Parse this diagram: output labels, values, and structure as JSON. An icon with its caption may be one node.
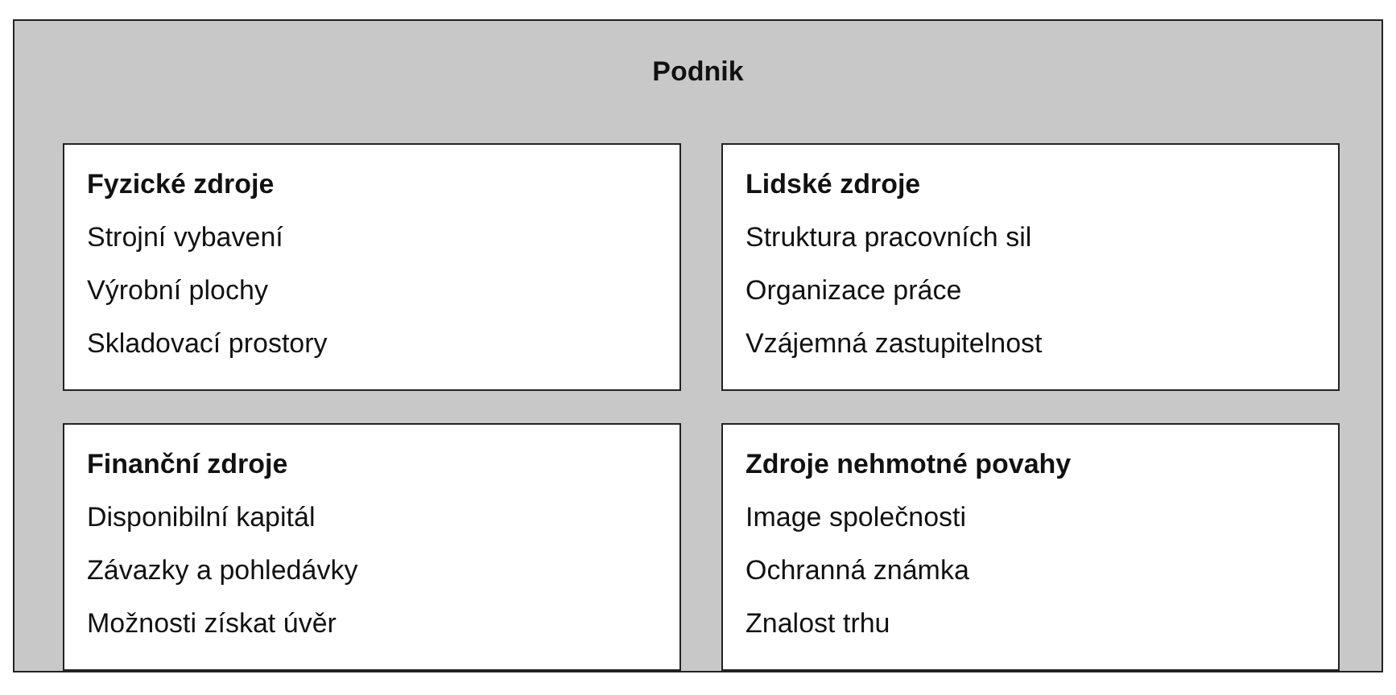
{
  "diagram": {
    "nodes": [
      {
        "text": [
          "Podnik"
        ]
      },
      {
        "text": [
          "Fyzické zdroje",
          "Strojní vybavení",
          "Výrobní plochy",
          "Skladovací prostory"
        ],
        "in": 0
      },
      {
        "text": [
          "Lidské zdroje",
          "Struktura pracovních sil",
          "Organizace práce",
          "Vzájemná zastupitelnost"
        ],
        "in": 0
      },
      {
        "text": [
          "Finanční zdroje",
          "Disponibilní kapitál",
          "Závazky a pohledávky",
          "Možnosti získat úvěr"
        ],
        "in": 0
      },
      {
        "text": [
          "Zdroje nehmotné povahy",
          "Image společnosti",
          "Ochranná známka",
          "Znalost trhu"
        ],
        "in": 0
      }
    ]
  }
}
